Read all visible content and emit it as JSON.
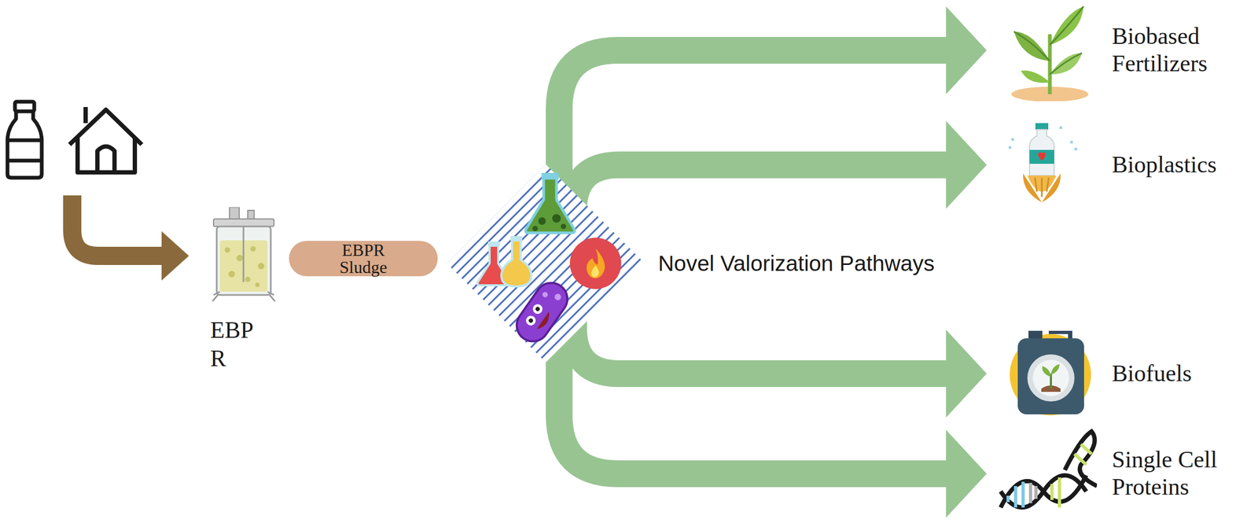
{
  "diagram": {
    "nodes": [
      {
        "text": [
          "EBP R"
        ]
      },
      {
        "text": [
          "EBPR Sludge"
        ]
      },
      {
        "text": [
          "Novel Valorization Pathways"
        ]
      },
      {
        "text": [
          "Biobased Fertilizers"
        ]
      },
      {
        "text": [
          "Bioplastics"
        ]
      },
      {
        "text": [
          "Biofuels"
        ]
      },
      {
        "text": [
          "Single Cell Proteins"
        ]
      }
    ],
    "edges": [
      {
        "from": 2,
        "to": 3,
        "arrow": "to"
      },
      {
        "from": 2,
        "to": 4,
        "arrow": "to"
      },
      {
        "from": 2,
        "to": 5,
        "arrow": "to"
      },
      {
        "from": 2,
        "to": 6,
        "arrow": "to"
      }
    ]
  }
}
